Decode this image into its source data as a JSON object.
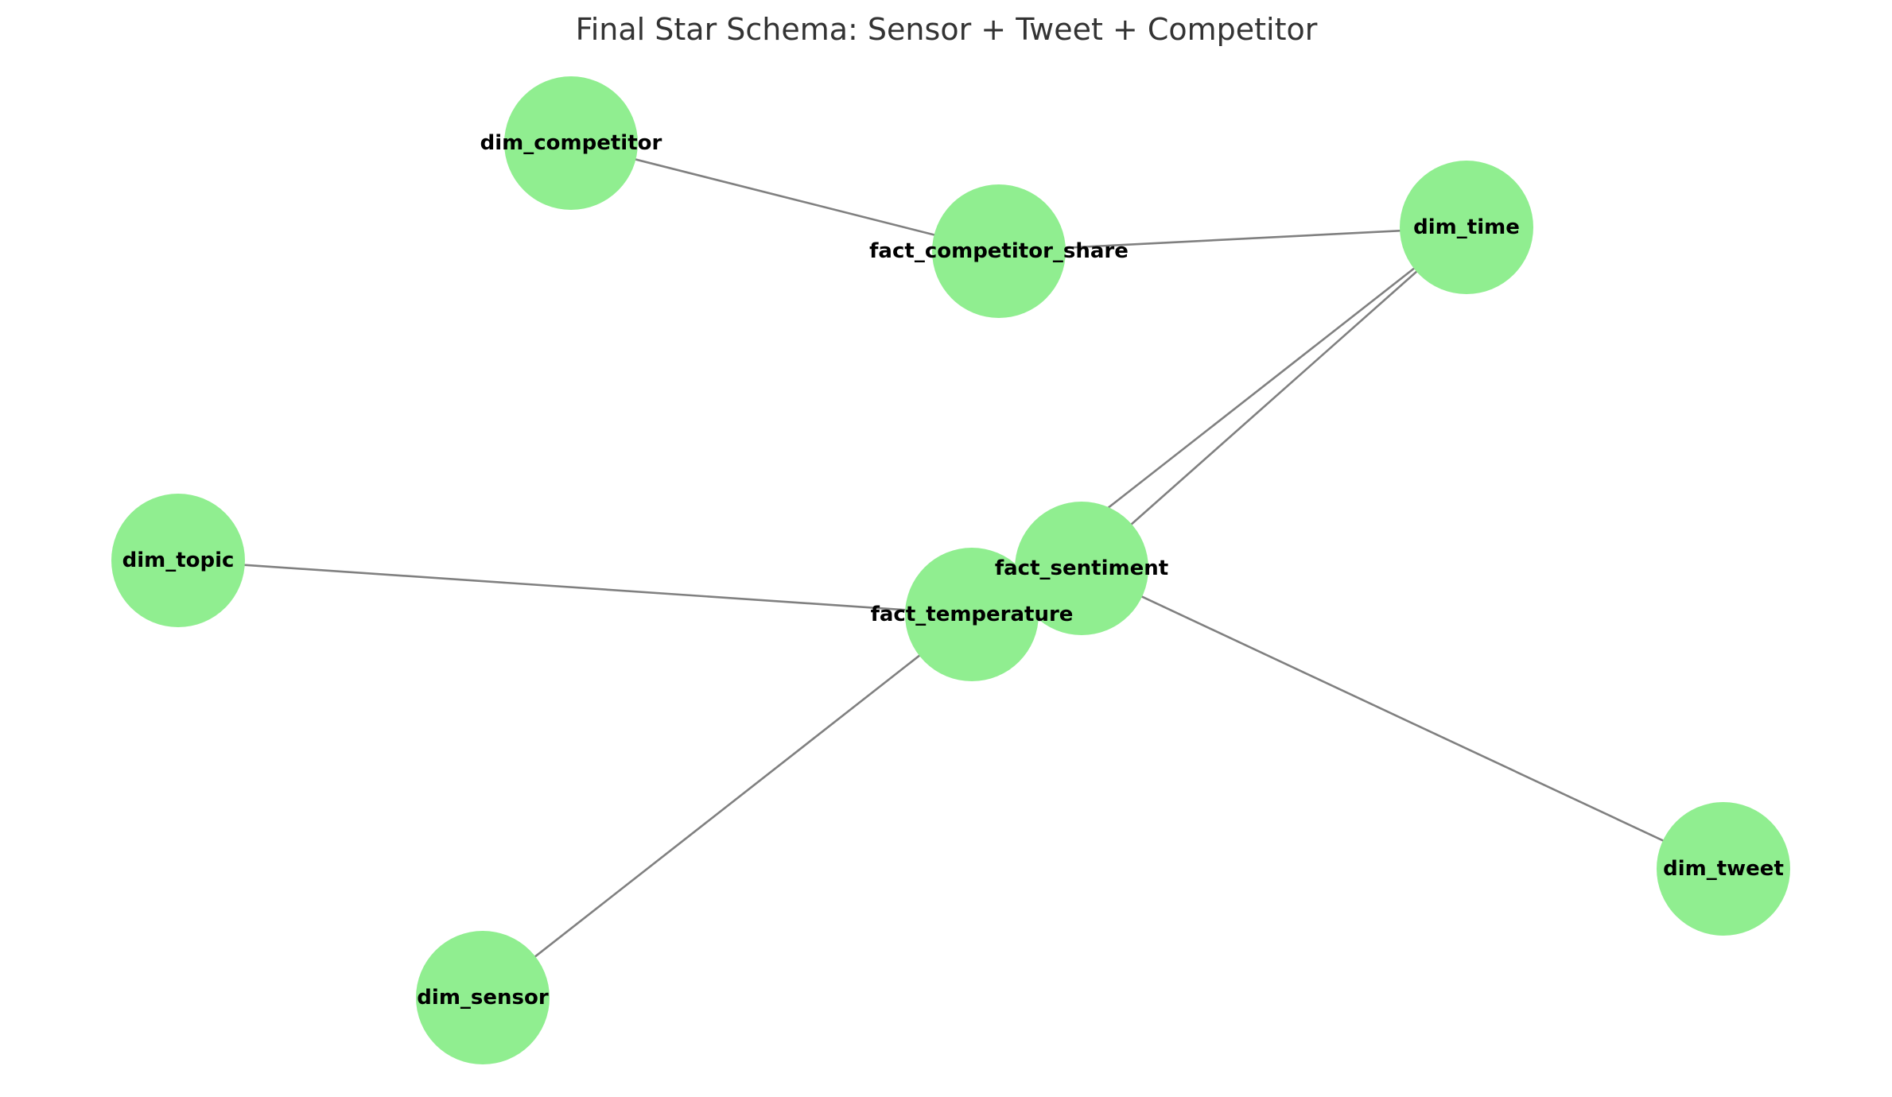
{
  "title": "Final Star Schema: Sensor + Tweet + Competitor",
  "colors": {
    "node_fill": "#90EE90",
    "edge": "#808080",
    "label": "#000000",
    "title": "#333333",
    "background": "#ffffff"
  },
  "nodes": [
    {
      "id": "dim_competitor",
      "label": "dim_competitor"
    },
    {
      "id": "fact_competitor_share",
      "label": "fact_competitor_share"
    },
    {
      "id": "dim_time",
      "label": "dim_time"
    },
    {
      "id": "dim_topic",
      "label": "dim_topic"
    },
    {
      "id": "fact_sentiment",
      "label": "fact_sentiment"
    },
    {
      "id": "fact_temperature",
      "label": "fact_temperature"
    },
    {
      "id": "dim_tweet",
      "label": "dim_tweet"
    },
    {
      "id": "dim_sensor",
      "label": "dim_sensor"
    }
  ],
  "edges": [
    {
      "source": "dim_competitor",
      "target": "fact_competitor_share"
    },
    {
      "source": "fact_competitor_share",
      "target": "dim_time"
    },
    {
      "source": "dim_time",
      "target": "fact_sentiment"
    },
    {
      "source": "dim_time",
      "target": "fact_temperature"
    },
    {
      "source": "dim_topic",
      "target": "fact_temperature"
    },
    {
      "source": "fact_sentiment",
      "target": "dim_tweet"
    },
    {
      "source": "fact_temperature",
      "target": "dim_sensor"
    }
  ]
}
